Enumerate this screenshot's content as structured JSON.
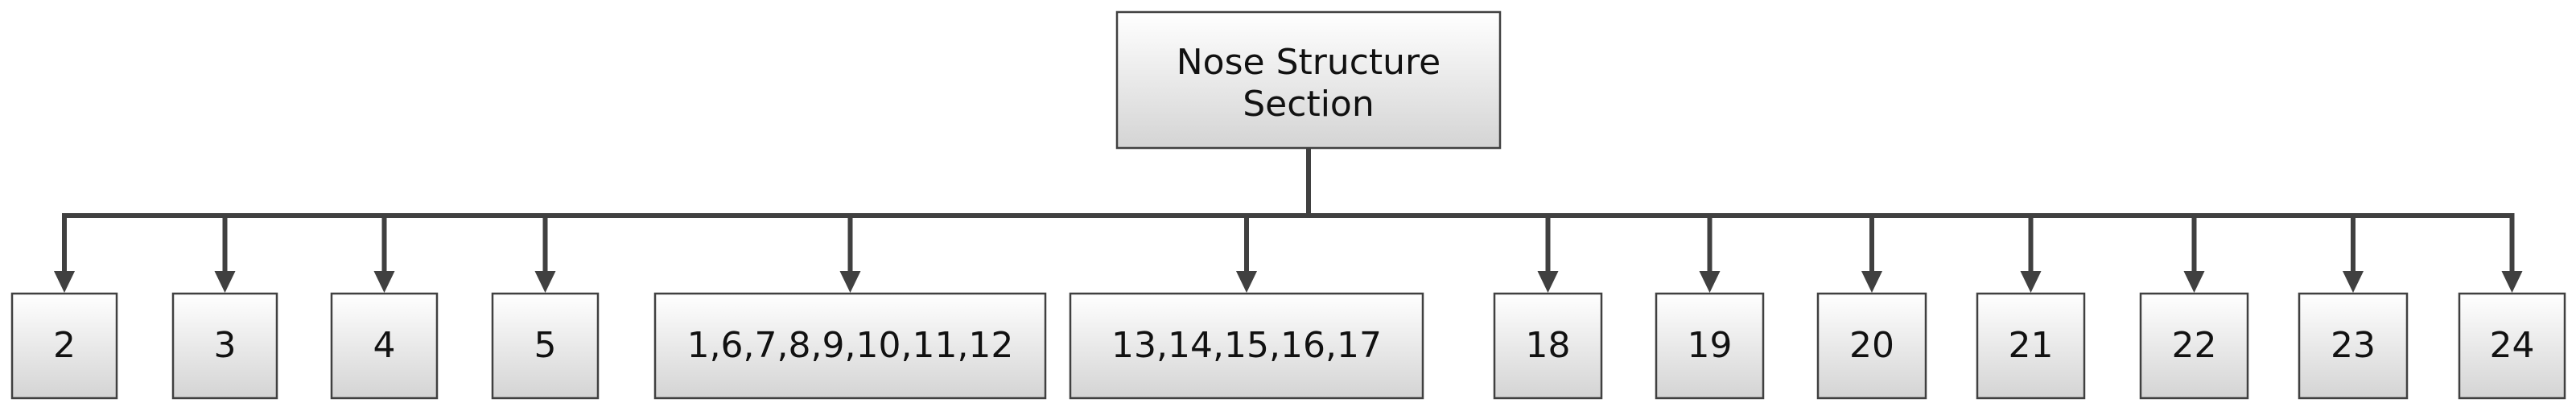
{
  "root": {
    "label_lines": [
      "Nose Structure",
      "Section"
    ]
  },
  "children": [
    {
      "label": "2"
    },
    {
      "label": "3"
    },
    {
      "label": "4"
    },
    {
      "label": "5"
    },
    {
      "label": "1,6,7,8,9,10,11,12"
    },
    {
      "label": "13,14,15,16,17"
    },
    {
      "label": "18"
    },
    {
      "label": "19"
    },
    {
      "label": "20"
    },
    {
      "label": "21"
    },
    {
      "label": "22"
    },
    {
      "label": "23"
    },
    {
      "label": "24"
    }
  ],
  "colors": {
    "line": "#404040",
    "box_fill_top": "#ffffff",
    "box_fill_bottom": "#d4d4d4",
    "text": "#111111"
  }
}
